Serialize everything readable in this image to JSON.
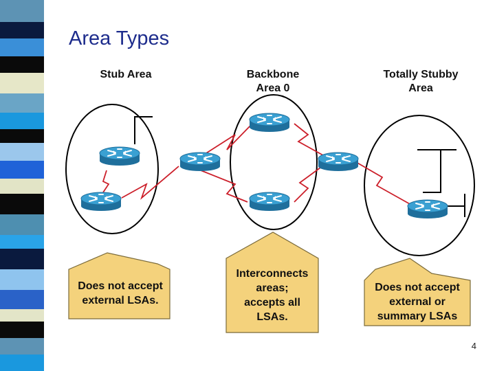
{
  "slide": {
    "title": "Area Types",
    "page_number": "4"
  },
  "colors": {
    "title": "#1d2c8c",
    "router": "#2f8fbf",
    "serial_link": "#cc1f2a",
    "callout_fill": "#f4d27c"
  },
  "areas": {
    "stub": {
      "label": "Stub Area"
    },
    "backbone": {
      "label": "Backbone\nArea 0"
    },
    "totally_stubby": {
      "label": "Totally Stubby\nArea"
    }
  },
  "callouts": {
    "stub": "Does not accept\nexternal LSAs.",
    "backbone": "Interconnects\nareas;\naccepts all\nLSAs.",
    "totally_stubby": "Does not accept\nexternal or\nsummary LSAs"
  },
  "routers": [
    {
      "id": "stub-top"
    },
    {
      "id": "stub-bottom"
    },
    {
      "id": "abr-left"
    },
    {
      "id": "backbone-top"
    },
    {
      "id": "backbone-bottom"
    },
    {
      "id": "abr-right"
    },
    {
      "id": "totally-stubby"
    }
  ]
}
